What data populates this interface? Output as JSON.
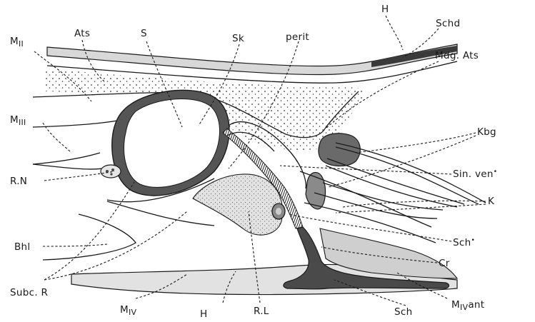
{
  "figure": {
    "labels": {
      "MII": "M",
      "MII_sub": "II",
      "Ats": "Ats",
      "S": "S",
      "Sk": "Sk",
      "perit": "perit",
      "H_top": "H",
      "Schd": "Schd",
      "Mdg_Ats": "Mdg. Ats",
      "MIII": "M",
      "MIII_sub": "III",
      "Kbg": "Kbg",
      "Sin_ven": "Sin. ven",
      "RN": "R.N",
      "K": "K",
      "Sch_star": "Sch",
      "Bhl": "Bhl",
      "Cr": "Cr",
      "Subc_R": "Subc. R",
      "MIV": "M",
      "MIV_sub": "IV",
      "H_bottom": "H",
      "RL": "R.L",
      "Sch_bottom": "Sch",
      "MIVant": "M",
      "MIVant_sub": "IV",
      "MIVant_suffix": "ant"
    },
    "colors": {
      "ink": "#1a1a1a",
      "tissue_light": "#e4e4e4",
      "tissue_mid": "#c4c4c4",
      "tissue_dark": "#6e6e6e",
      "cartilage_dark": "#4a4a4a",
      "background": "#ffffff"
    }
  }
}
